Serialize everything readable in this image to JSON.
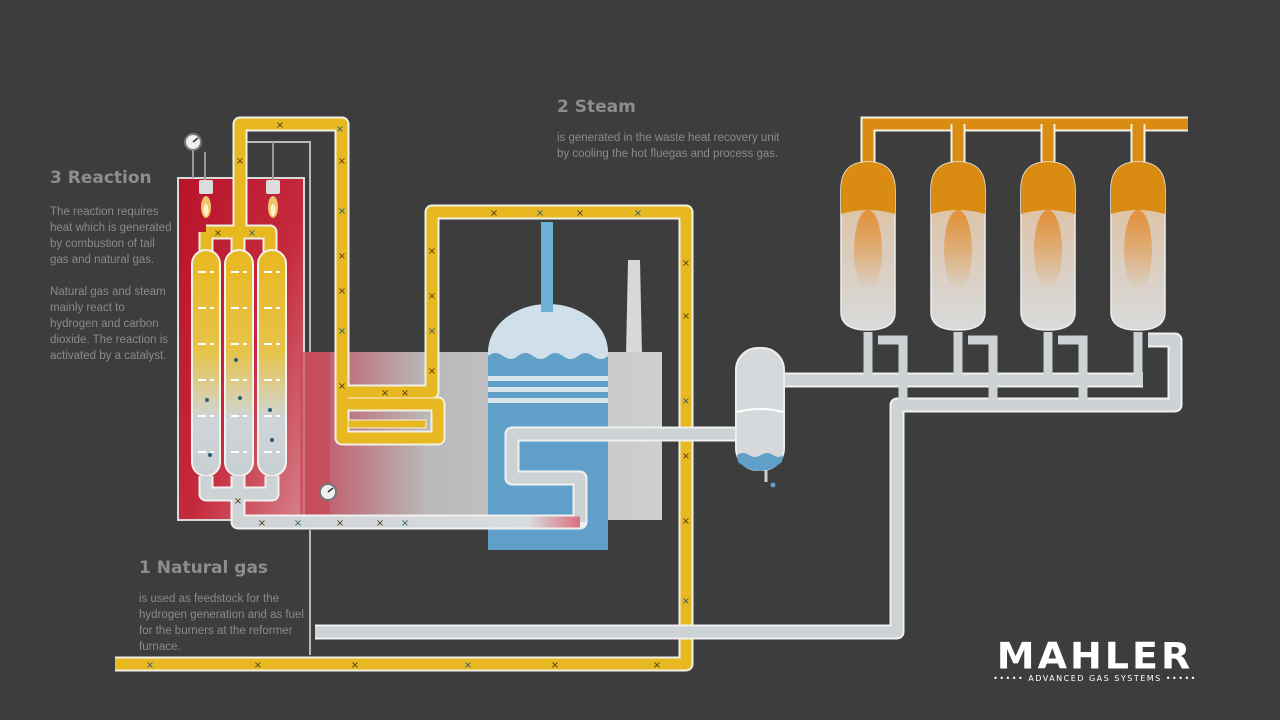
{
  "labels": {
    "reaction": {
      "title": "3 Reaction",
      "text1": "The reaction requires heat which is generated by combustion of tail gas and natural gas.",
      "text2": "Natural gas and steam mainly react to hydrogen and carbon dioxide. The reaction is activated by a catalyst."
    },
    "steam": {
      "title": "2 Steam",
      "text": "is generated in the waste heat recovery unit by cooling the hot fluegas and process gas."
    },
    "natural_gas": {
      "title": "1 Natural gas",
      "text": "is used as feedstock for the hydrogen generation and as fuel for the burners at the reformer furnace."
    }
  },
  "logo": {
    "name": "MAHLER",
    "tagline": "••••• ADVANCED GAS SYSTEMS •••••"
  },
  "colors": {
    "background": "#3d3d3d",
    "gas_pipe": "#e8b820",
    "process_pipe": "#c9cfd3",
    "steam": "#5fa8d3",
    "furnace": "#b8122a",
    "adsorber_cap": "#d98b12"
  }
}
